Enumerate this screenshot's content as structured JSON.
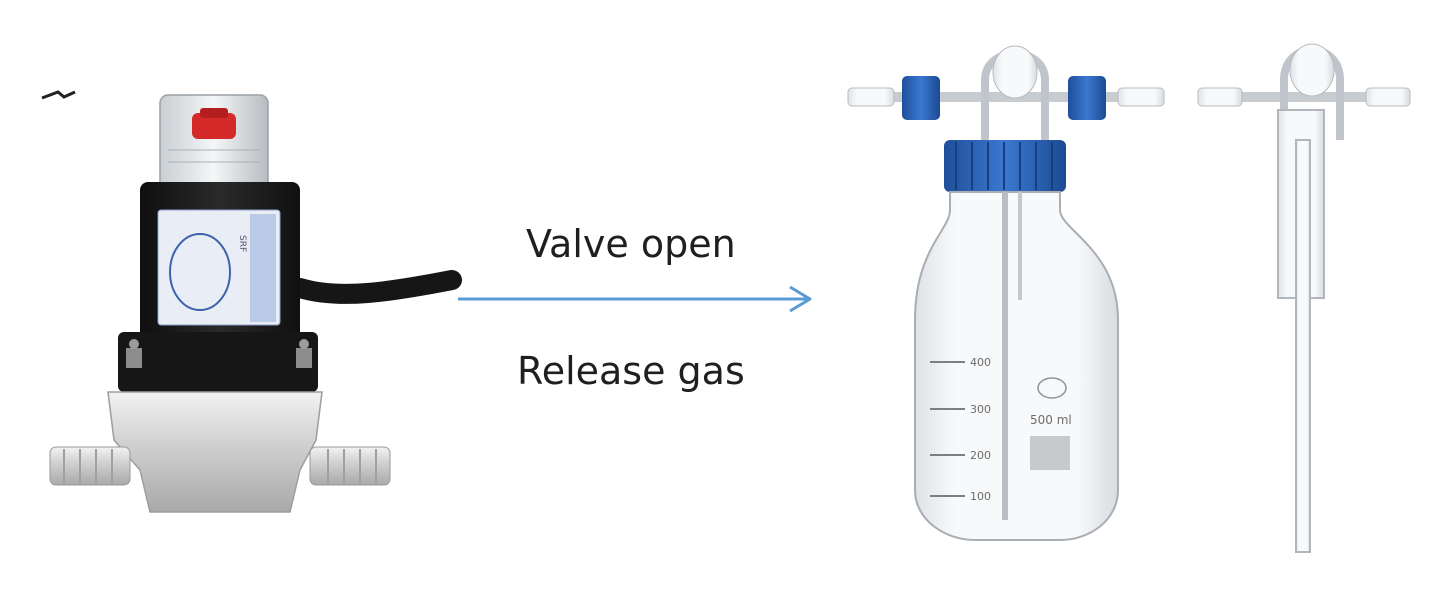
{
  "arrow": {
    "top_label": "Valve open",
    "bottom_label": "Release gas",
    "color": "#5b9bd5"
  },
  "valve": {
    "label_text": "SRF",
    "cap_color": "#d42a2a",
    "body_color": "#1b1b1b",
    "fitting_color": "#d9d9d9"
  },
  "bottle": {
    "cap_color": "#2a63b8",
    "volume_label": "500 ml",
    "scale": [
      "400",
      "300",
      "200",
      "100"
    ]
  }
}
